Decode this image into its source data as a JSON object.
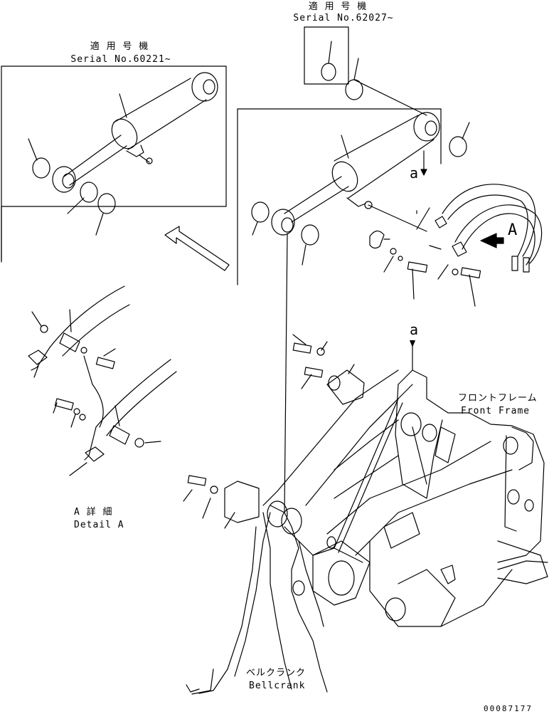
{
  "inset_left": {
    "applicable_jp": "適 用 号 機",
    "serial": "Serial No.60221~"
  },
  "inset_top": {
    "applicable_jp": "適 用 号 機",
    "serial": "Serial No.62027~"
  },
  "front_frame": {
    "jp": "フロントフレーム",
    "en": "Front Frame"
  },
  "bellcrank": {
    "jp": "ベルクランク",
    "en": "Bellcrank"
  },
  "detail_a": {
    "jp": "A 詳 細",
    "en": "Detail A"
  },
  "view_marker": "A",
  "ref_marker_1": "a",
  "ref_marker_2": "a",
  "drawing_number": "00087177"
}
